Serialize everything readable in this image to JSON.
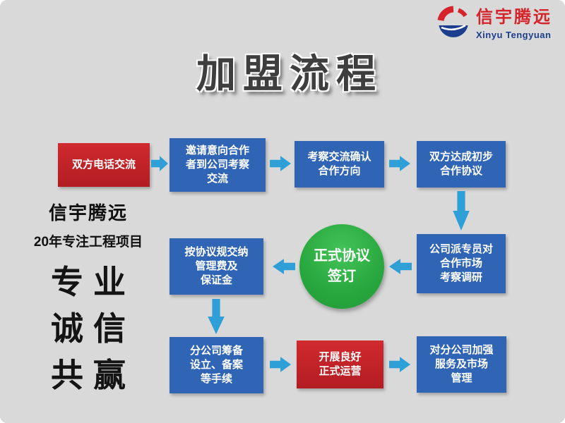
{
  "title": "加盟流程",
  "logo": {
    "name_cn": "信宇腾远",
    "name_en": "Xinyu Tengyuan"
  },
  "left_panel": {
    "company": "信宇腾远",
    "tagline": "20年专注工程项目",
    "values": [
      "专业",
      "诚信",
      "共赢"
    ]
  },
  "flow": {
    "step_phone": "双方电话交流",
    "step_invite": "邀请意向合作\n者到公司考察\n交流",
    "step_confirm": "考察交流确认\n合作方向",
    "step_initial_agreement": "双方达成初步\n合作协议",
    "step_survey": "公司派专员对\n合作市场\n考察调研",
    "step_sign": "正式协议\n签订",
    "step_pay": "按协议规交纳\n管理费及\n保证金",
    "step_setup": "分公司筹备\n设立、备案\n等手续",
    "step_operate": "开展良好\n正式运营",
    "step_manage": "对分公司加强\n服务及市场\n管理"
  },
  "colors": {
    "background": "#d9d9d9",
    "box_blue": "#3064b4",
    "box_red": "#c42328",
    "arrow_blue": "#2f9fd8",
    "circle_green": "#2aa940",
    "logo_red": "#d6232a",
    "logo_blue": "#1c3e8e"
  }
}
